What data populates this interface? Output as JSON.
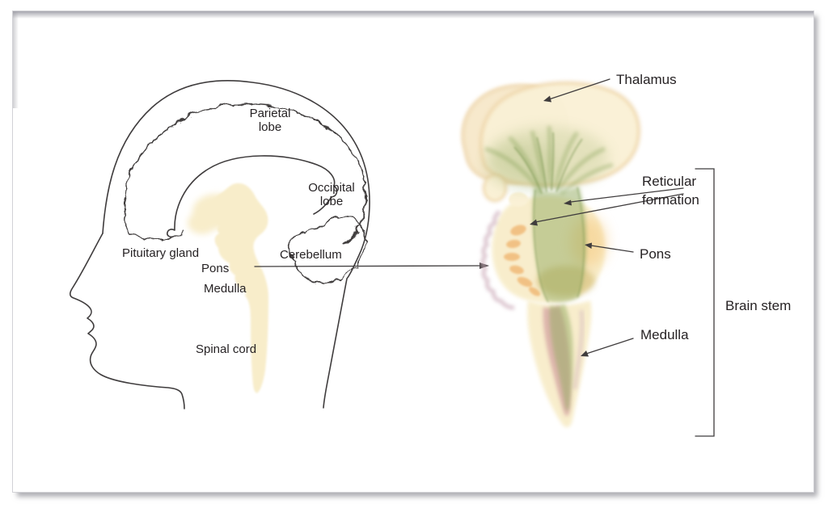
{
  "left_diagram": {
    "description": "Side profile of a human head showing brain regions",
    "labels": {
      "parietal_lobe": "Parietal lobe",
      "occipital_lobe": "Occipital lobe",
      "pituitary_gland": "Pituitary gland",
      "pons": "Pons",
      "medulla": "Medulla",
      "cerebellum": "Cerebellum",
      "spinal_cord": "Spinal cord"
    }
  },
  "right_diagram": {
    "description": "Enlarged illustration of the brain stem",
    "labels": {
      "thalamus": "Thalamus",
      "reticular_formation": "Reticular formation",
      "pons": "Pons",
      "medulla": "Medulla",
      "brain_stem": "Brain stem"
    }
  },
  "colors": {
    "text": "#262224",
    "line": "#3f3c3d",
    "cream": "#f8edca",
    "cap_fill": "#faf1d6",
    "cap_back_fill": "#f7e9cc",
    "cap_rim": "#ecd0a2",
    "orange_spot": "#f1bd7d",
    "mauve": "#cfb0bd",
    "pink": "#c27f8d",
    "green_light": "#94ac62",
    "green_mid": "#84a055",
    "green_dark": "#6f8f47",
    "orange_glow": "#f6c97e",
    "olive": "#c9af5c"
  }
}
